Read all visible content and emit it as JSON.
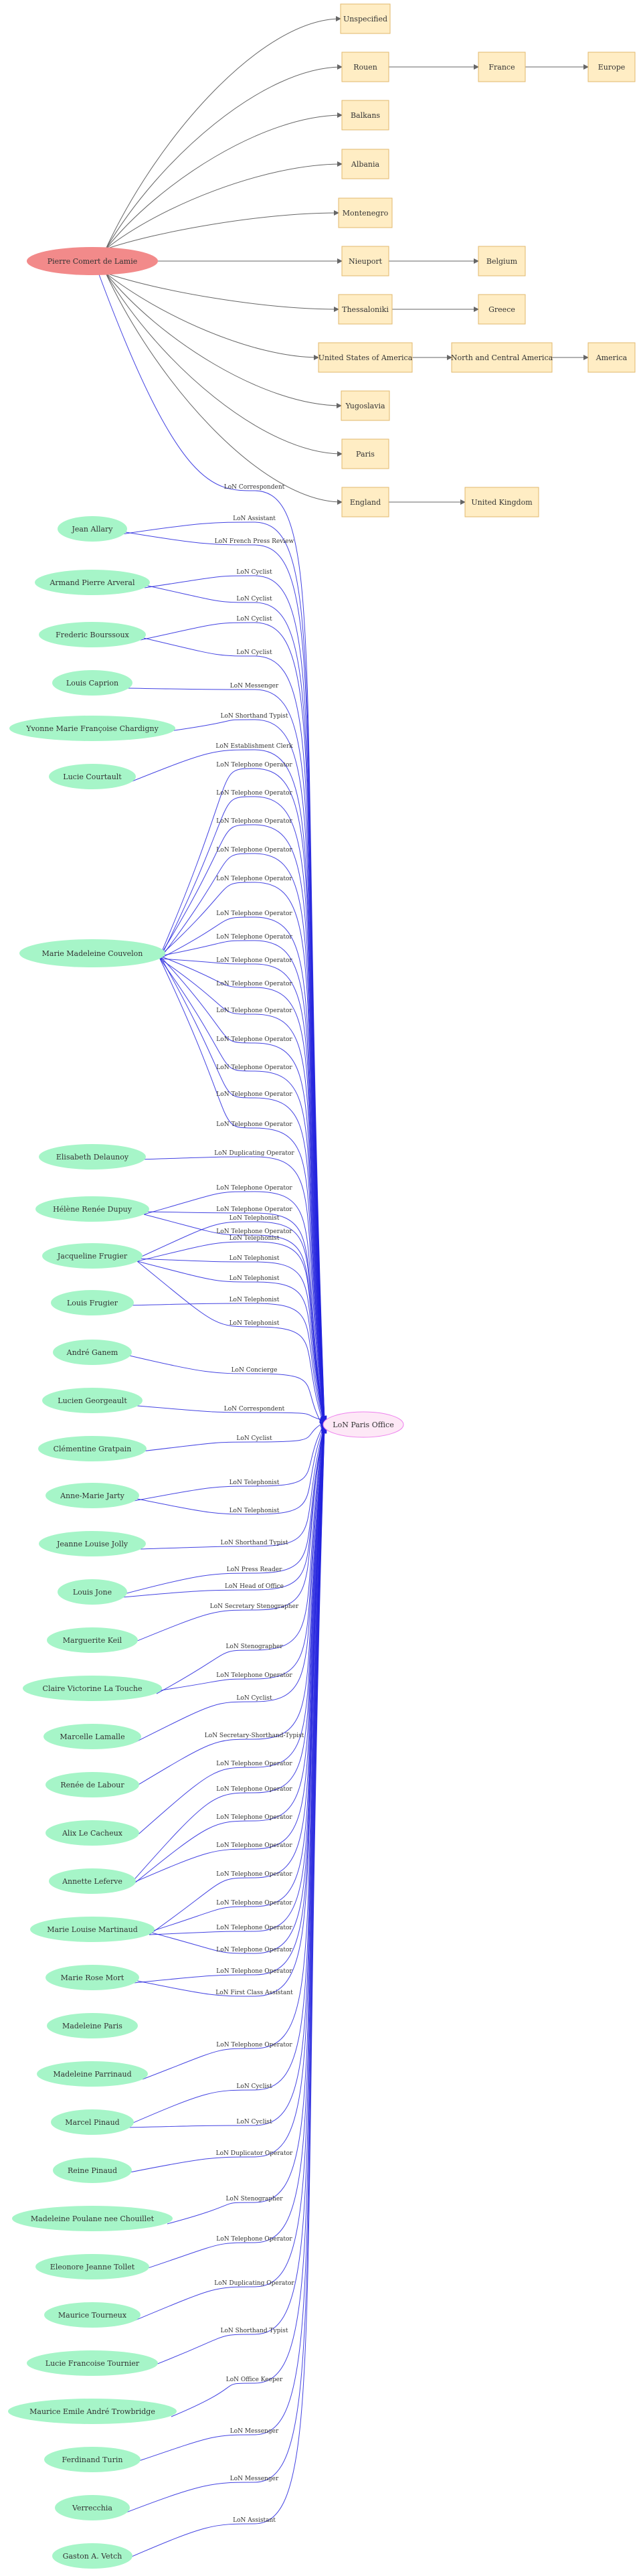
{
  "colors": {
    "person_fill": "#a6f5c8",
    "root_fill": "#f28a8a",
    "place_fill": "#ffedc4",
    "place_stroke": "#e2b86c",
    "office_fill": "#fde8f6",
    "office_stroke": "#ee82ee",
    "black_edge": "#666666",
    "blue_edge": "#2222dd"
  },
  "root": {
    "id": "root",
    "label": "Pierre Comert de Lamie"
  },
  "office": {
    "id": "office",
    "label": "LoN Paris Office"
  },
  "places": [
    {
      "id": "p_unspecified",
      "label": "Unspecified"
    },
    {
      "id": "p_rouen",
      "label": "Rouen"
    },
    {
      "id": "p_france",
      "label": "France"
    },
    {
      "id": "p_europe",
      "label": "Europe"
    },
    {
      "id": "p_balkans",
      "label": "Balkans"
    },
    {
      "id": "p_albania",
      "label": "Albania"
    },
    {
      "id": "p_montenegro",
      "label": "Montenegro"
    },
    {
      "id": "p_nieuport",
      "label": "Nieuport"
    },
    {
      "id": "p_belgium",
      "label": "Belgium"
    },
    {
      "id": "p_thessaloniki",
      "label": "Thessaloniki"
    },
    {
      "id": "p_greece",
      "label": "Greece"
    },
    {
      "id": "p_usa",
      "label": "United States of America"
    },
    {
      "id": "p_nca",
      "label": "North and Central America"
    },
    {
      "id": "p_america",
      "label": "America"
    },
    {
      "id": "p_yugoslavia",
      "label": "Yugoslavia"
    },
    {
      "id": "p_paris",
      "label": "Paris"
    },
    {
      "id": "p_england",
      "label": "England"
    },
    {
      "id": "p_uk",
      "label": "United Kingdom"
    }
  ],
  "place_edges": [
    {
      "from": "root",
      "to": "p_unspecified"
    },
    {
      "from": "root",
      "to": "p_rouen"
    },
    {
      "from": "root",
      "to": "p_balkans"
    },
    {
      "from": "root",
      "to": "p_albania"
    },
    {
      "from": "root",
      "to": "p_montenegro"
    },
    {
      "from": "root",
      "to": "p_nieuport"
    },
    {
      "from": "root",
      "to": "p_thessaloniki"
    },
    {
      "from": "root",
      "to": "p_usa"
    },
    {
      "from": "root",
      "to": "p_yugoslavia"
    },
    {
      "from": "root",
      "to": "p_paris"
    },
    {
      "from": "root",
      "to": "p_england"
    },
    {
      "from": "p_rouen",
      "to": "p_france"
    },
    {
      "from": "p_france",
      "to": "p_europe"
    },
    {
      "from": "p_nieuport",
      "to": "p_belgium"
    },
    {
      "from": "p_thessaloniki",
      "to": "p_greece"
    },
    {
      "from": "p_usa",
      "to": "p_nca"
    },
    {
      "from": "p_nca",
      "to": "p_america"
    },
    {
      "from": "p_england",
      "to": "p_uk"
    }
  ],
  "people": [
    {
      "id": "n_allary",
      "label": "Jean Allary"
    },
    {
      "id": "n_arveral",
      "label": "Armand Pierre Arveral"
    },
    {
      "id": "n_bourssoux",
      "label": "Frederic Bourssoux"
    },
    {
      "id": "n_caprion",
      "label": "Louis Caprion"
    },
    {
      "id": "n_chardigny",
      "label": "Yvonne Marie Françoise Chardigny"
    },
    {
      "id": "n_courtault",
      "label": "Lucie Courtault"
    },
    {
      "id": "n_couvelon",
      "label": "Marie Madeleine Couvelon"
    },
    {
      "id": "n_delaunoy",
      "label": "Elisabeth Delaunoy"
    },
    {
      "id": "n_dupuy",
      "label": "Hélène Renée Dupuy"
    },
    {
      "id": "n_jfrugier",
      "label": "Jacqueline Frugier"
    },
    {
      "id": "n_lfrugier",
      "label": "Louis Frugier"
    },
    {
      "id": "n_ganem",
      "label": "André Ganem"
    },
    {
      "id": "n_georgeault",
      "label": "Lucien Georgeault"
    },
    {
      "id": "n_gratpain",
      "label": "Clémentine Gratpain"
    },
    {
      "id": "n_jarty",
      "label": "Anne-Marie Jarty"
    },
    {
      "id": "n_jolly",
      "label": "Jeanne Louise Jolly"
    },
    {
      "id": "n_jone",
      "label": "Louis Jone"
    },
    {
      "id": "n_keil",
      "label": "Marguerite Keil"
    },
    {
      "id": "n_latouche",
      "label": "Claire Victorine La Touche"
    },
    {
      "id": "n_lamalle",
      "label": "Marcelle Lamalle"
    },
    {
      "id": "n_delabour",
      "label": "Renée de Labour"
    },
    {
      "id": "n_lecacheux",
      "label": "Alix Le Cacheux"
    },
    {
      "id": "n_leferve",
      "label": "Annette Leferve"
    },
    {
      "id": "n_martinaud",
      "label": "Marie Louise Martinaud"
    },
    {
      "id": "n_mort",
      "label": "Marie Rose Mort"
    },
    {
      "id": "n_paris",
      "label": "Madeleine Paris"
    },
    {
      "id": "n_parrinaud",
      "label": "Madeleine Parrinaud"
    },
    {
      "id": "n_mpinaud",
      "label": "Marcel Pinaud"
    },
    {
      "id": "n_rpinaud",
      "label": "Reine Pinaud"
    },
    {
      "id": "n_chouillet",
      "label": "Madeleine Poulane nee Chouillet"
    },
    {
      "id": "n_tollet",
      "label": "Eleonore Jeanne Tollet"
    },
    {
      "id": "n_tourneux",
      "label": "Maurice Tourneux"
    },
    {
      "id": "n_tournier",
      "label": "Lucie Francoise Tournier"
    },
    {
      "id": "n_trowbridge",
      "label": "Maurice Emile André Trowbridge"
    },
    {
      "id": "n_turin",
      "label": "Ferdinand Turin"
    },
    {
      "id": "n_verrecchia",
      "label": "Verrecchia"
    },
    {
      "id": "n_vetch",
      "label": "Gaston A. Vetch"
    }
  ],
  "office_edges": [
    {
      "from": "root",
      "label": "LoN Correspondent"
    },
    {
      "from": "n_allary",
      "label": "LoN Assistant"
    },
    {
      "from": "n_allary",
      "label": "LoN French Press Review"
    },
    {
      "from": "n_arveral",
      "label": "LoN Cyclist"
    },
    {
      "from": "n_arveral",
      "label": "LoN Cyclist"
    },
    {
      "from": "n_bourssoux",
      "label": "LoN Cyclist"
    },
    {
      "from": "n_bourssoux",
      "label": "LoN Cyclist"
    },
    {
      "from": "n_caprion",
      "label": "LoN Messenger"
    },
    {
      "from": "n_chardigny",
      "label": "LoN Shorthand Typist"
    },
    {
      "from": "n_courtault",
      "label": "LoN Establishment Clerk"
    },
    {
      "from": "n_couvelon",
      "label": "LoN Telephone Operator"
    },
    {
      "from": "n_couvelon",
      "label": "LoN Telephone Operator"
    },
    {
      "from": "n_couvelon",
      "label": "LoN Telephone Operator"
    },
    {
      "from": "n_couvelon",
      "label": "LoN Telephone Operator"
    },
    {
      "from": "n_couvelon",
      "label": "LoN Telephone Operator"
    },
    {
      "from": "n_couvelon",
      "label": "LoN Telephone Operator"
    },
    {
      "from": "n_couvelon",
      "label": "LoN Telephone Operator"
    },
    {
      "from": "n_couvelon",
      "label": "LoN Telephone Operator"
    },
    {
      "from": "n_couvelon",
      "label": "LoN Telephone Operator"
    },
    {
      "from": "n_couvelon",
      "label": "LoN Telephone Operator"
    },
    {
      "from": "n_couvelon",
      "label": "LoN Telephone Operator"
    },
    {
      "from": "n_couvelon",
      "label": "LoN Telephone Operator"
    },
    {
      "from": "n_couvelon",
      "label": "LoN Telephone Operator"
    },
    {
      "from": "n_couvelon",
      "label": "LoN Telephone Operator"
    },
    {
      "from": "n_delaunoy",
      "label": "LoN Duplicating Operator"
    },
    {
      "from": "n_dupuy",
      "label": "LoN Telephone Operator"
    },
    {
      "from": "n_dupuy",
      "label": "LoN Telephone Operator"
    },
    {
      "from": "n_dupuy",
      "label": "LoN Telephone Operator"
    },
    {
      "from": "n_jfrugier",
      "label": "LoN Telephonist"
    },
    {
      "from": "n_jfrugier",
      "label": "LoN Telephonist"
    },
    {
      "from": "n_jfrugier",
      "label": "LoN Telephonist"
    },
    {
      "from": "n_jfrugier",
      "label": "LoN Telephonist"
    },
    {
      "from": "n_lfrugier",
      "label": "LoN Telephonist"
    },
    {
      "from": "n_jfrugier",
      "label": "LoN Telephonist"
    },
    {
      "from": "n_ganem",
      "label": "LoN Concierge"
    },
    {
      "from": "n_georgeault",
      "label": "LoN Correspondent"
    },
    {
      "from": "n_gratpain",
      "label": "LoN Cyclist"
    },
    {
      "from": "n_jarty",
      "label": "LoN Telephonist"
    },
    {
      "from": "n_jarty",
      "label": "LoN Telephonist"
    },
    {
      "from": "n_jolly",
      "label": "LoN Shorthand Typist"
    },
    {
      "from": "n_jone",
      "label": "LoN Press Reader"
    },
    {
      "from": "n_jone",
      "label": "LoN Head of Office"
    },
    {
      "from": "n_keil",
      "label": "LoN Secretary Stenographer"
    },
    {
      "from": "n_latouche",
      "label": "LoN Stenographer"
    },
    {
      "from": "n_latouche",
      "label": "LoN Telephone Operator"
    },
    {
      "from": "n_lamalle",
      "label": "LoN Cyclist"
    },
    {
      "from": "n_delabour",
      "label": "LoN Secretary-Shorthand-Typist"
    },
    {
      "from": "n_lecacheux",
      "label": "LoN Telephone Operator"
    },
    {
      "from": "n_leferve",
      "label": "LoN Telephone Operator"
    },
    {
      "from": "n_leferve",
      "label": "LoN Telephone Operator"
    },
    {
      "from": "n_leferve",
      "label": "LoN Telephone Operator"
    },
    {
      "from": "n_martinaud",
      "label": "LoN Telephone Operator"
    },
    {
      "from": "n_martinaud",
      "label": "LoN Telephone Operator"
    },
    {
      "from": "n_martinaud",
      "label": "LoN Telephone Operator"
    },
    {
      "from": "n_martinaud",
      "label": "LoN Telephone Operator"
    },
    {
      "from": "n_mort",
      "label": "LoN Telephone Operator"
    },
    {
      "from": "n_mort",
      "label": "LoN First Class Assistant"
    },
    {
      "from": "n_parrinaud",
      "label": "LoN Telephone Operator"
    },
    {
      "from": "n_mpinaud",
      "label": "LoN Cyclist"
    },
    {
      "from": "n_mpinaud",
      "label": "LoN Cyclist"
    },
    {
      "from": "n_rpinaud",
      "label": "LoN Duplicator Operator"
    },
    {
      "from": "n_chouillet",
      "label": "LoN Stenographer"
    },
    {
      "from": "n_tollet",
      "label": "LoN Telephone Operator"
    },
    {
      "from": "n_tourneux",
      "label": "LoN Duplicating Operator"
    },
    {
      "from": "n_tournier",
      "label": "LoN Shorthand Typist"
    },
    {
      "from": "n_trowbridge",
      "label": "LoN Office Keeper"
    },
    {
      "from": "n_turin",
      "label": "LoN Messenger"
    },
    {
      "from": "n_verrecchia",
      "label": "LoN Messenger"
    },
    {
      "from": "n_vetch",
      "label": "LoN Assistant"
    }
  ]
}
